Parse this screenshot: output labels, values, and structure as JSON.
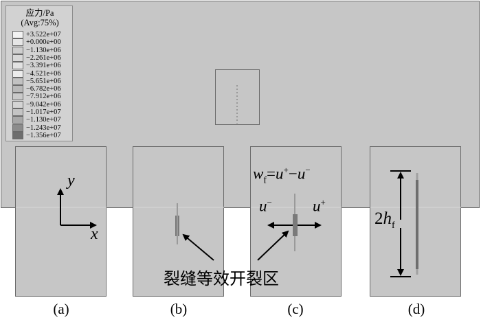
{
  "legend": {
    "title_line1": "应力/Pa",
    "title_line2": "(Avg:75%)",
    "values": [
      "+3.522e+07",
      "+0.000e+00",
      "−1.130e+06",
      "−2.261e+06",
      "−3.391e+06",
      "−4.521e+06",
      "−5.651e+06",
      "−6.782e+06",
      "−7.912e+06",
      "−9.042e+06",
      "−1.017e+07",
      "−1.130e+07",
      "−1.243e+07",
      "−1.356e+07"
    ],
    "colors": [
      "#f2f2f2",
      "#e6e6e6",
      "#cfcfcf",
      "#d8d8d8",
      "#e2e2e2",
      "#ececec",
      "#c2c2c2",
      "#b9b9b9",
      "#cacaca",
      "#d4d4d4",
      "#c4c4c4",
      "#a8a8a8",
      "#8c8c8c",
      "#6e6e6e"
    ]
  },
  "axes": {
    "y_label": "y",
    "x_label": "x"
  },
  "annotations": {
    "crack_zone": "裂缝等效开裂区",
    "width_formula": {
      "w": "w",
      "w_sub": "f",
      "eq": "=",
      "u1": "u",
      "plus": "+",
      "minus_op": "−",
      "u2": "u",
      "minus": "−"
    },
    "u_minus": {
      "u": "u",
      "sup": "−"
    },
    "u_plus": {
      "u": "u",
      "sup": "+"
    },
    "height": {
      "coef": "2",
      "h": "h",
      "sub": "f"
    }
  },
  "panel_labels": [
    "(a)",
    "(b)",
    "(c)",
    "(d)"
  ]
}
